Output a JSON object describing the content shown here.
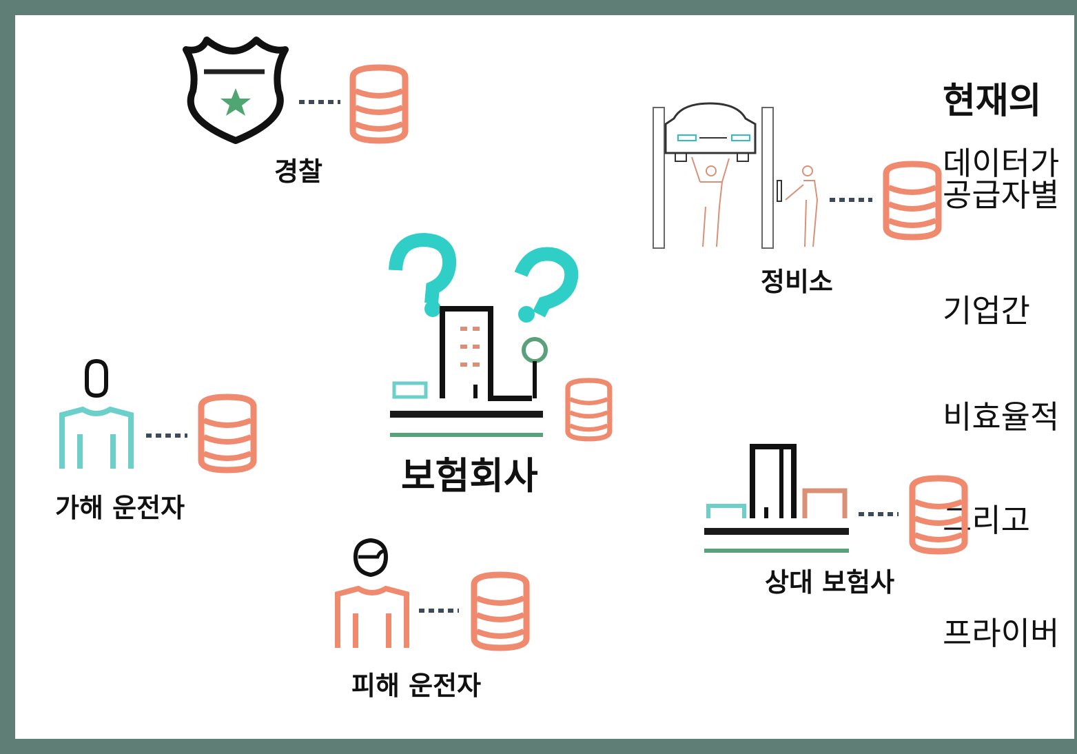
{
  "colors": {
    "frame": "#5f7e76",
    "database": "#ef8a6f",
    "connector": "#3d4a57",
    "teal": "#2fcfc8",
    "cyan_person": "#6ccfc9",
    "green": "#5aa07a",
    "salmon_detail": "#d99077"
  },
  "nodes": {
    "police": {
      "label": "경찰",
      "icon": "police-badge-icon"
    },
    "repair_shop": {
      "label": "정비소",
      "icon": "car-lift-icon"
    },
    "insurer": {
      "label": "보험회사",
      "icon": "insurance-building-icon"
    },
    "at_fault_driver": {
      "label": "가해 운전자",
      "icon": "person-icon"
    },
    "victim_driver": {
      "label": "피해 운전자",
      "icon": "person-cap-icon"
    },
    "counterparty_insurer": {
      "label": "상대 보험사",
      "icon": "building-icon"
    }
  },
  "side_text": {
    "title": "현재의",
    "line1a": "데이터가",
    "line1b": "공급자별",
    "item2": "기업간",
    "item3": "비효율적",
    "item4": "그리고",
    "item5": "프라이버"
  }
}
